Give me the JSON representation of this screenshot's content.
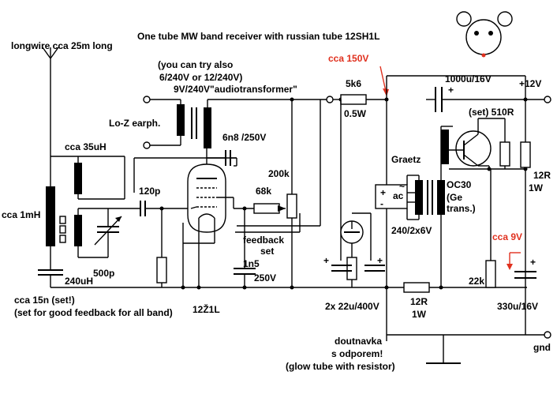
{
  "title": "One tube MW band receiver  with russian tube 12SH1L",
  "labels": {
    "antenna": "longwire cca 25m long",
    "alt_transformer_line1": "(you can try also",
    "alt_transformer_line2": "6/240V or 12/240V)",
    "audiotransformer": "9V/240V\"audiotransformer\"",
    "earphone": "Lo-Z earph.",
    "cca150": "cca 150V",
    "r5k6": "5k6",
    "r5k6_power": "0.5W",
    "c1000": "1000u/16V",
    "plus12": "+12V",
    "set510": "(set) 510R",
    "c6n8": "6n8 /250V",
    "l35": "cca 35uH",
    "graetz": "Graetz",
    "ac": "ac",
    "oc30": "OC30",
    "ge1": "(Ge",
    "ge2": "trans.)",
    "r12a": "12R",
    "r12a_power": "1W",
    "r200k": "200k",
    "r68k": "68k",
    "c120p": "120p",
    "l1mh": "cca 1mH",
    "c500p": "500p",
    "l240": "240uH",
    "trafo240": "240/2x6V",
    "feedback1": "feedback",
    "feedback2": "set",
    "cca9": "cca 9V",
    "c1n5": "1n5",
    "v250": "250V",
    "r22k": "22k",
    "cca15n": "cca 15n (set!)",
    "feedbacknote": "(set for good feedback for all band)",
    "tube": "12Ž1L",
    "c22u": "2x 22u/400V",
    "r12b": "12R",
    "r12b_power": "1W",
    "c330": "330u/16V",
    "glow1": "doutnavka",
    "glow2": "s odporem!",
    "glow3": "(glow tube with resistor)",
    "gnd": "gnd",
    "plus": "+",
    "minus": "-",
    "tilde": "~"
  },
  "colors": {
    "ink": "#000000",
    "accent": "#e0301e",
    "background": "#ffffff"
  },
  "icons": {
    "mascot": "mouse-face-icon",
    "antenna": "antenna-icon",
    "ground": "ground-icon"
  }
}
